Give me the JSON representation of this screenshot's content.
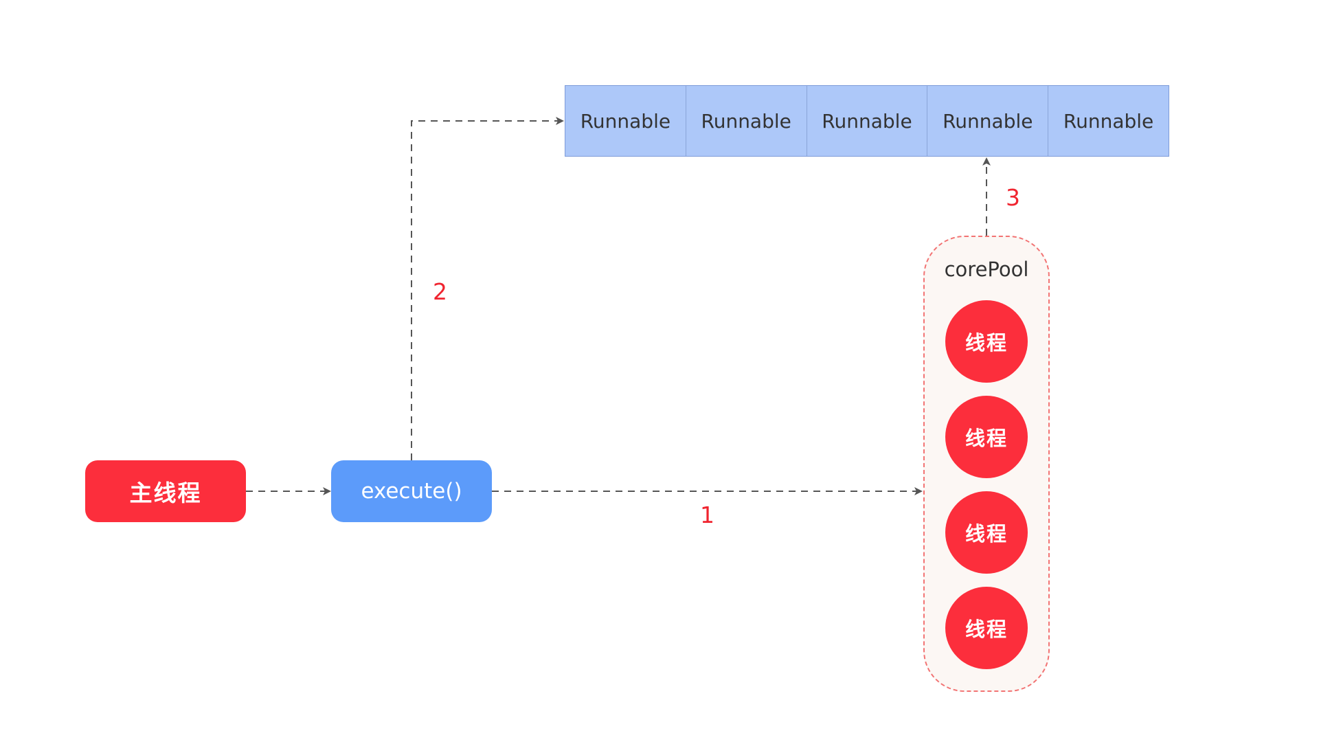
{
  "nodes": {
    "main_thread": "主线程",
    "execute": "execute()"
  },
  "queue": {
    "items": [
      "Runnable",
      "Runnable",
      "Runnable",
      "Runnable",
      "Runnable"
    ]
  },
  "core_pool": {
    "label": "corePool",
    "threads": [
      "线程",
      "线程",
      "线程",
      "线程"
    ]
  },
  "steps": {
    "one": "1",
    "two": "2",
    "three": "3"
  },
  "colors": {
    "thread_red": "#fc2e3c",
    "execute_blue": "#5c9bfa",
    "queue_blue": "#adc8f9",
    "pool_border": "#f27373",
    "step_label_red": "#f0242f",
    "connector_gray": "#555555"
  }
}
